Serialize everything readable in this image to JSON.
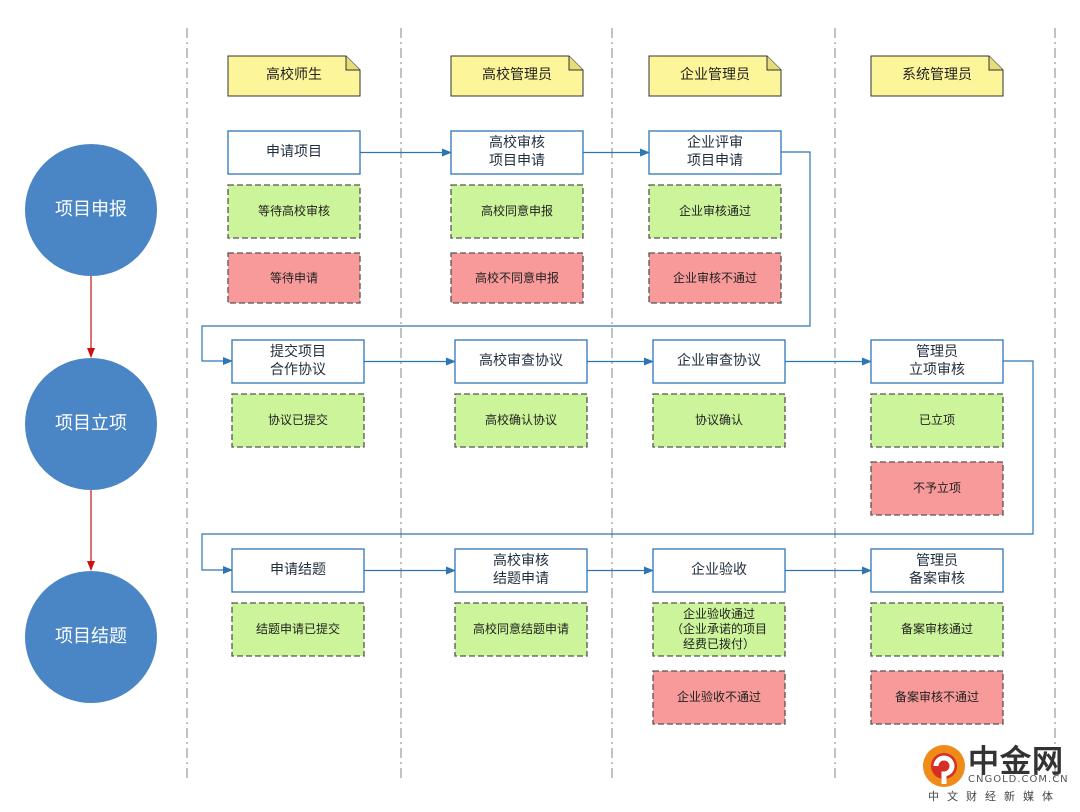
{
  "roles": [
    {
      "id": "r1",
      "label": "高校师生"
    },
    {
      "id": "r2",
      "label": "高校管理员"
    },
    {
      "id": "r3",
      "label": "企业管理员"
    },
    {
      "id": "r4",
      "label": "系统管理员"
    }
  ],
  "phases": [
    {
      "id": "p1",
      "label": "项目申报"
    },
    {
      "id": "p2",
      "label": "项目立项"
    },
    {
      "id": "p3",
      "label": "项目结题"
    }
  ],
  "tasks": [
    {
      "id": "t11",
      "label": "申请项目"
    },
    {
      "id": "t12",
      "label": "高校审核\n项目申请"
    },
    {
      "id": "t13",
      "label": "企业评审\n项目申请"
    },
    {
      "id": "t21",
      "label": "提交项目\n合作协议"
    },
    {
      "id": "t22",
      "label": "高校审查协议"
    },
    {
      "id": "t23",
      "label": "企业审查协议"
    },
    {
      "id": "t24",
      "label": "管理员\n立项审核"
    },
    {
      "id": "t31",
      "label": "申请结题"
    },
    {
      "id": "t32",
      "label": "高校审核\n结题申请"
    },
    {
      "id": "t33",
      "label": "企业验收"
    },
    {
      "id": "t34",
      "label": "管理员\n备案审核"
    }
  ],
  "statuses": [
    {
      "id": "s11a",
      "label": "等待高校审核",
      "kind": "pass"
    },
    {
      "id": "s11b",
      "label": "等待申请",
      "kind": "fail"
    },
    {
      "id": "s12a",
      "label": "高校同意申报",
      "kind": "pass"
    },
    {
      "id": "s12b",
      "label": "高校不同意申报",
      "kind": "fail"
    },
    {
      "id": "s13a",
      "label": "企业审核通过",
      "kind": "pass"
    },
    {
      "id": "s13b",
      "label": "企业审核不通过",
      "kind": "fail"
    },
    {
      "id": "s21a",
      "label": "协议已提交",
      "kind": "pass"
    },
    {
      "id": "s22a",
      "label": "高校确认协议",
      "kind": "pass"
    },
    {
      "id": "s23a",
      "label": "协议确认",
      "kind": "pass"
    },
    {
      "id": "s24a",
      "label": "已立项",
      "kind": "pass"
    },
    {
      "id": "s24b",
      "label": "不予立项",
      "kind": "fail"
    },
    {
      "id": "s31a",
      "label": "结题申请已提交",
      "kind": "pass"
    },
    {
      "id": "s32a",
      "label": "高校同意结题申请",
      "kind": "pass"
    },
    {
      "id": "s33a",
      "label": "企业验收通过\n（企业承诺的项目\n经费已拨付）",
      "kind": "pass"
    },
    {
      "id": "s33b",
      "label": "企业验收不通过",
      "kind": "fail"
    },
    {
      "id": "s34a",
      "label": "备案审核通过",
      "kind": "pass"
    },
    {
      "id": "s34b",
      "label": "备案审核不通过",
      "kind": "fail"
    }
  ],
  "flows": [
    {
      "from": "t11",
      "to": "t12"
    },
    {
      "from": "t12",
      "to": "t13"
    },
    {
      "from": "t13",
      "to": "t21"
    },
    {
      "from": "t21",
      "to": "t22"
    },
    {
      "from": "t22",
      "to": "t23"
    },
    {
      "from": "t23",
      "to": "t24"
    },
    {
      "from": "t24",
      "to": "t31"
    },
    {
      "from": "t31",
      "to": "t32"
    },
    {
      "from": "t32",
      "to": "t33"
    },
    {
      "from": "t33",
      "to": "t34"
    }
  ],
  "phase_flows": [
    {
      "from": "p1",
      "to": "p2"
    },
    {
      "from": "p2",
      "to": "p3"
    }
  ],
  "colors": {
    "phase_fill": "#4a86c5",
    "task_stroke": "#2e75b6",
    "flow_arrow": "#2e75b6",
    "phase_arrow": "#cc1111",
    "role_fill": "#fdf59a",
    "pass_fill": "#ccf49a",
    "fail_fill": "#f79a99",
    "divider": "#999999"
  },
  "watermark": {
    "name": "中金网",
    "url": "CNGOLD.COM.CN",
    "tagline": "中文财经新媒体"
  }
}
